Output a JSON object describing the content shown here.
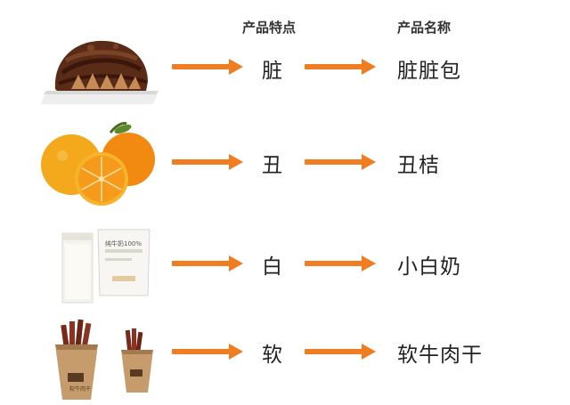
{
  "headers": {
    "feature": "产品特点",
    "name": "产品名称"
  },
  "rows": [
    {
      "image": "chocolate-bread-image",
      "feature": "脏",
      "name": "脏脏包"
    },
    {
      "image": "ugly-orange-image",
      "feature": "丑",
      "name": "丑桔"
    },
    {
      "image": "milk-carton-image",
      "feature": "白",
      "name": "小白奶"
    },
    {
      "image": "beef-jerky-cups-image",
      "feature": "软",
      "name": "软牛肉干"
    }
  ],
  "colors": {
    "arrow": "#f07d21"
  },
  "images": {
    "jerky_cup_label": "软牛肉干",
    "milk_pouch_label": "纯牛奶100%"
  }
}
